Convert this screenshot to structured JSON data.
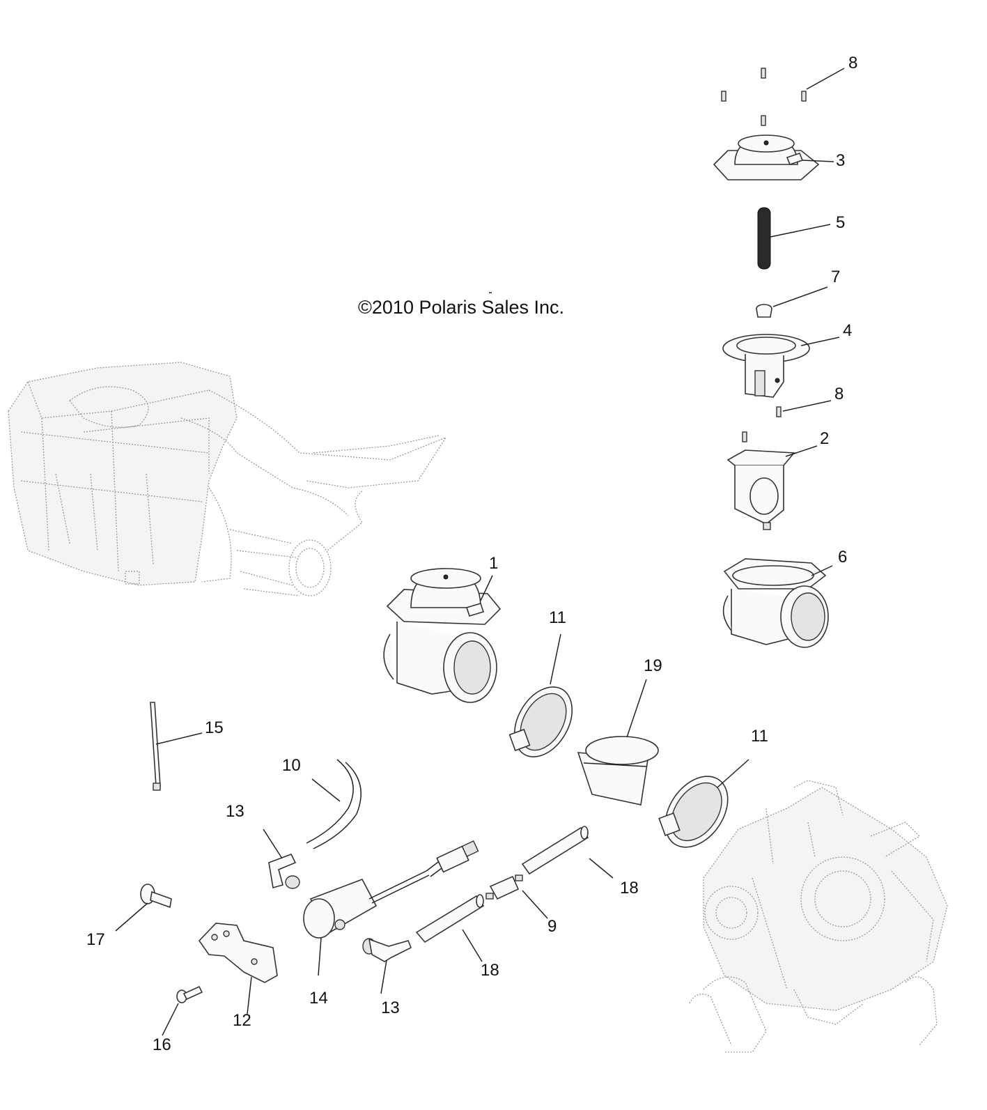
{
  "copyright": "©2010  Polaris Sales Inc.",
  "callouts": [
    {
      "id": "c8a",
      "text": "8"
    },
    {
      "id": "c3",
      "text": "3"
    },
    {
      "id": "c5",
      "text": "5"
    },
    {
      "id": "c7",
      "text": "7"
    },
    {
      "id": "c4",
      "text": "4"
    },
    {
      "id": "c8b",
      "text": "8"
    },
    {
      "id": "c2",
      "text": "2"
    },
    {
      "id": "c6",
      "text": "6"
    },
    {
      "id": "c1",
      "text": "1"
    },
    {
      "id": "c11a",
      "text": "11"
    },
    {
      "id": "c19",
      "text": "19"
    },
    {
      "id": "c11b",
      "text": "11"
    },
    {
      "id": "c15",
      "text": "15"
    },
    {
      "id": "c10",
      "text": "10"
    },
    {
      "id": "c13a",
      "text": "13"
    },
    {
      "id": "c18a",
      "text": "18"
    },
    {
      "id": "c9",
      "text": "9"
    },
    {
      "id": "c17",
      "text": "17"
    },
    {
      "id": "c18b",
      "text": "18"
    },
    {
      "id": "c14",
      "text": "14"
    },
    {
      "id": "c13b",
      "text": "13"
    },
    {
      "id": "c12",
      "text": "12"
    },
    {
      "id": "c16",
      "text": "16"
    }
  ]
}
